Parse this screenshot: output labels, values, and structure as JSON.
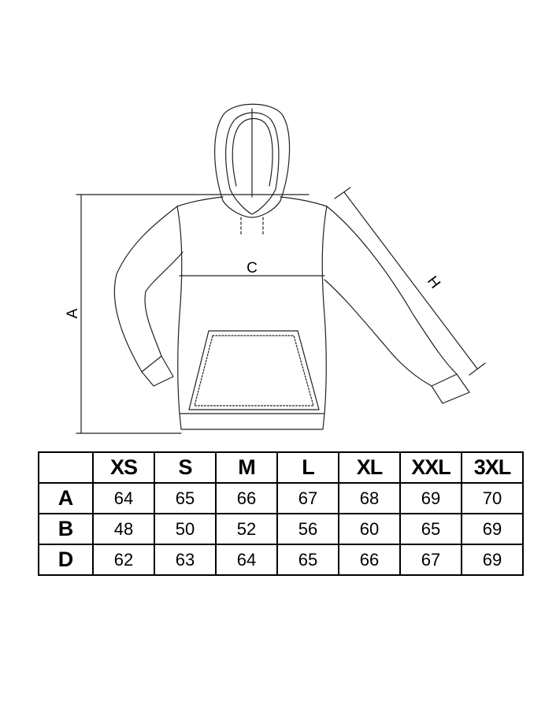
{
  "diagram": {
    "labels": {
      "a": "A",
      "c": "C",
      "h": "H"
    }
  },
  "table": {
    "corner": "",
    "sizes": [
      "XS",
      "S",
      "M",
      "L",
      "XL",
      "XXL",
      "3XL"
    ],
    "rows": [
      {
        "label": "A",
        "values": [
          "64",
          "65",
          "66",
          "67",
          "68",
          "69",
          "70"
        ]
      },
      {
        "label": "B",
        "values": [
          "48",
          "50",
          "52",
          "56",
          "60",
          "65",
          "69"
        ]
      },
      {
        "label": "D",
        "values": [
          "62",
          "63",
          "64",
          "65",
          "66",
          "67",
          "69"
        ]
      }
    ]
  }
}
